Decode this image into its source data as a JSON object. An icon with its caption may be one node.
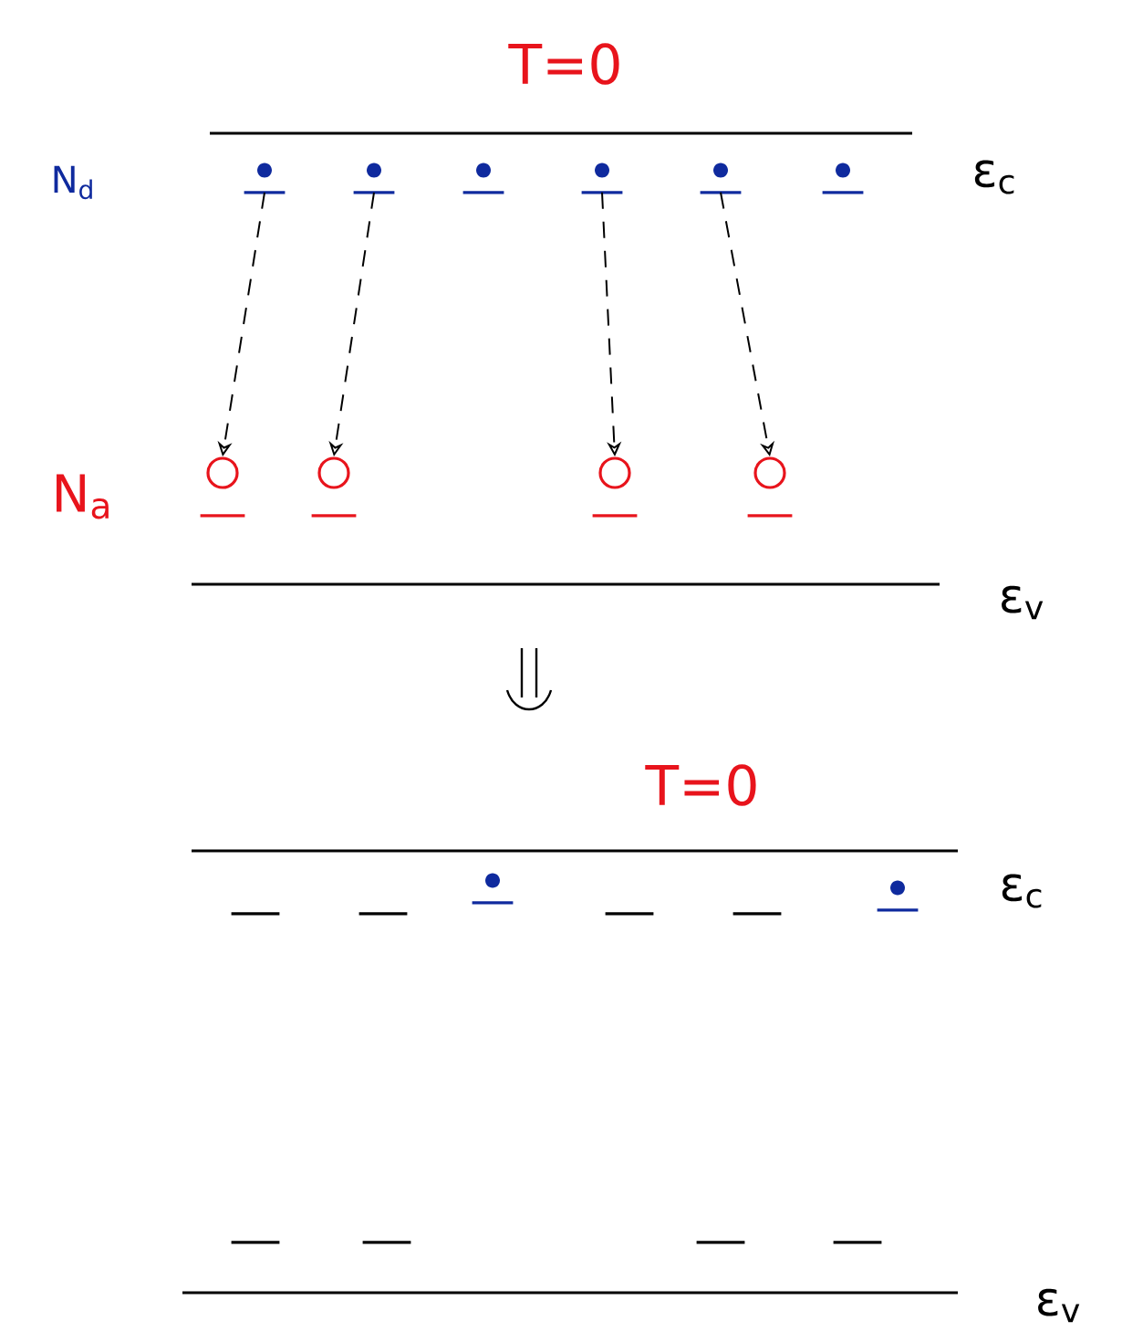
{
  "diagram": {
    "nodes": [
      {
        "text": [],
        "shape": "dot"
      },
      {
        "text": [],
        "shape": "dot"
      },
      {
        "text": [],
        "shape": "dot"
      },
      {
        "text": [],
        "shape": "dot"
      },
      {
        "text": [],
        "shape": "dot"
      },
      {
        "text": [],
        "shape": "dot"
      },
      {
        "text": [],
        "shape": "circle"
      },
      {
        "text": [],
        "shape": "circle"
      },
      {
        "text": [],
        "shape": "circle"
      },
      {
        "text": [],
        "shape": "circle"
      },
      {
        "text": [],
        "shape": "bar"
      },
      {
        "text": [],
        "shape": "bar"
      },
      {
        "text": [],
        "shape": "dot"
      },
      {
        "text": [],
        "shape": "bar"
      },
      {
        "text": [],
        "shape": "bar"
      },
      {
        "text": [],
        "shape": "dot"
      },
      {
        "text": [],
        "shape": "bar"
      },
      {
        "text": [],
        "shape": "bar"
      },
      {
        "text": [],
        "shape": "bar"
      },
      {
        "text": [],
        "shape": "bar"
      }
    ],
    "edges": [
      {
        "from": 0,
        "to": 6,
        "arrow": "to",
        "style": "dashed"
      },
      {
        "from": 1,
        "to": 7,
        "arrow": "to",
        "style": "dashed"
      },
      {
        "from": 3,
        "to": 8,
        "arrow": "to",
        "style": "dashed"
      },
      {
        "from": 4,
        "to": 9,
        "arrow": "to",
        "style": "dashed"
      }
    ],
    "labels": [
      "T=0",
      "N$_{d}$",
      "ε$_{c}$",
      "N$_{a}$",
      "ε$_{v}$",
      "T=0",
      "ε$_{c}$",
      "ε$_{v}$"
    ]
  }
}
